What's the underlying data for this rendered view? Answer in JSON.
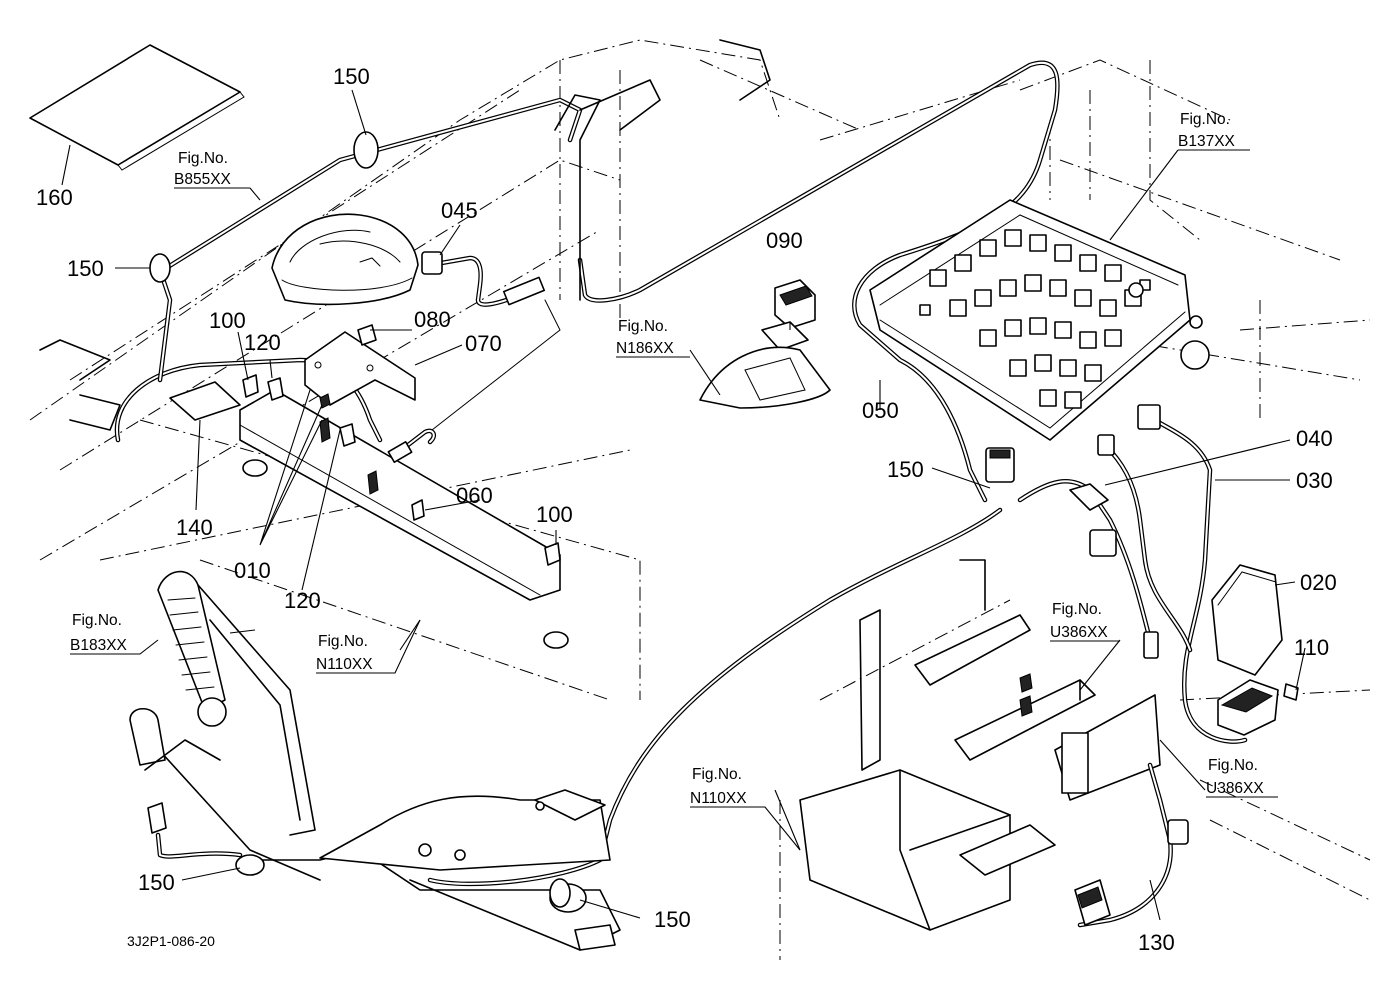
{
  "drawing_code": "3J2P1-086-20",
  "callouts": {
    "c010": "010",
    "c020": "020",
    "c030": "030",
    "c040": "040",
    "c045": "045",
    "c050": "050",
    "c060": "060",
    "c070": "070",
    "c080": "080",
    "c090": "090",
    "c100a": "100",
    "c100b": "100",
    "c110": "110",
    "c120a": "120",
    "c120b": "120",
    "c130": "130",
    "c140": "140",
    "c150a": "150",
    "c150b": "150",
    "c150c": "150",
    "c150d": "150",
    "c150e": "150",
    "c160": "160"
  },
  "fig_refs": {
    "prefix": "Fig.No.",
    "b855": "B855XX",
    "b137": "B137XX",
    "n186": "N186XX",
    "b183": "B183XX",
    "n110a": "N110XX",
    "n110b": "N110XX",
    "u386a": "U386XX",
    "u386b": "U386XX"
  }
}
